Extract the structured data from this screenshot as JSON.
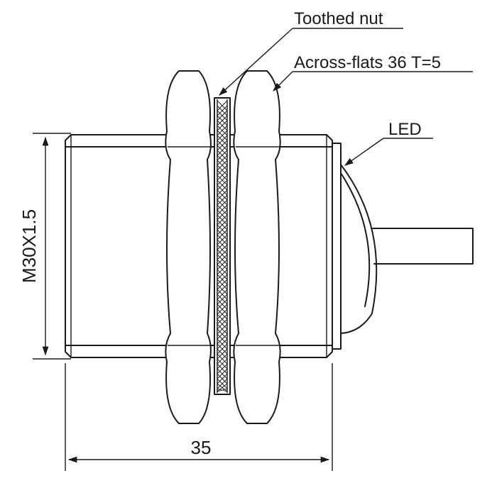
{
  "labels": {
    "toothed_nut": "Toothed nut",
    "across_flats": "Across-flats 36 T=5",
    "led": "LED"
  },
  "dimensions": {
    "thread": "M30X1.5",
    "length": "35"
  },
  "colors": {
    "line": "#1a1a1a",
    "background": "#ffffff"
  }
}
